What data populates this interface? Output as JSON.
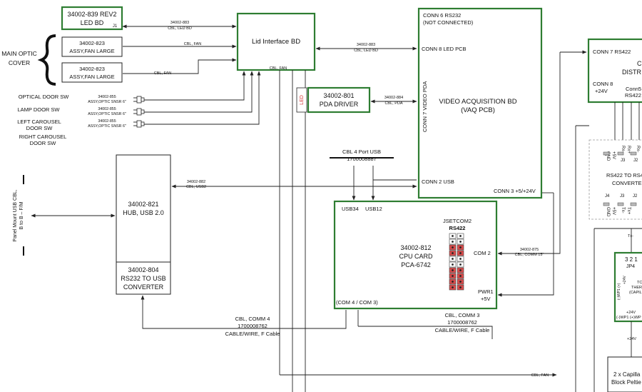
{
  "blocks": {
    "led_bd": {
      "line1": "34002-839 REV2",
      "line2": "LED BD",
      "j": "J1"
    },
    "fan1": {
      "line1": "34002-823",
      "line2": "ASSY,FAN LARGE"
    },
    "fan2": {
      "line1": "34002-823",
      "line2": "ASSY,FAN LARGE"
    },
    "main_optic": {
      "line1": "MAIN OPTIC",
      "line2": "COVER"
    },
    "lid": {
      "title": "Lid Interface BD",
      "cbl_fan": "CBL, FAN"
    },
    "pda": {
      "line1": "34002-801",
      "line2": "PDA DRIVER",
      "led": "LED"
    },
    "vaq": {
      "line1": "VIDEO ACQUISITION BD",
      "line2": "(VAQ PCB)",
      "conn6a": "CONN 6 RS232",
      "conn6b": "(NOT CONNECTED)",
      "conn8": "CONN 8 LED PCB",
      "conn7": "CONN 7 VIDEO PDA",
      "conn2": "CONN 2 USB",
      "conn3": "CONN 3 +5/+24V"
    },
    "hub": {
      "line1": "34002-821",
      "line2": "HUB, USB 2.0"
    },
    "rs232": {
      "line1": "34002-804",
      "line2": "RS232 TO USB",
      "line3": "CONVERTER"
    },
    "cpu": {
      "usb34": "USB34",
      "usb12": "USB12",
      "jset": "JSETCOM2",
      "rs422": "RS422",
      "line1": "34002-812",
      "line2": "CPU CARD",
      "line3": "PCA-6742",
      "com2": "COM 2",
      "pwr1": "PWR1",
      "pwr1v": "+5V",
      "com4": "(COM 4 / COM 3)"
    },
    "dist": {
      "conn7": "CONN 7 RS422",
      "title": "C",
      "title2": "DISTR",
      "conn8": "CONN 8",
      "conn8v": "+24V",
      "conn5": "Conn5",
      "conn5b": "RS422"
    },
    "conv": {
      "title": "RS422 TO RS4",
      "title2": "CONVERTE",
      "j4": "J4",
      "j3": "J3",
      "j2": "J2",
      "gnd": "GND",
      "p5v": "+5V",
      "rx_m": "Rx-",
      "rx_p": "Rx+",
      "tx_m": "Tx-",
      "tx_p": "Tx+"
    },
    "jp4": {
      "label": "JP4",
      "pins": "3 2 1",
      "tc": "TC",
      "ther": "THER",
      "capil": "(CAPIL",
      "p24": "+24V",
      "wp": "(-)WP1 (+)WP",
      "neg": "(-)WP1 (+)",
      "tx": "Tx-"
    },
    "capillary": {
      "line1": "2 x Capilla",
      "line2": "Block Peltie"
    }
  },
  "cables": {
    "led_cbl": {
      "pn": "34002-883",
      "name": "CBL, LED BD"
    },
    "vaq_led": {
      "pn": "34002-883",
      "name": "CBL, LED BD"
    },
    "fan1": "CBL, FAN",
    "fan2": "CBL, FAN",
    "pda": {
      "pn": "34002-884",
      "name": "CBL, PDA"
    },
    "usb2": {
      "pn": "34002-882",
      "name": "CBL, USB2"
    },
    "usb4port": {
      "name": "CBL 4 Port USB",
      "pn": "1700008887"
    },
    "comm15": {
      "pn": "34002-875",
      "name": "CBL, COMM 15\""
    },
    "comm4": {
      "name": "CBL, COMM 4",
      "pn": "1700008762",
      "type": "CABLE/WIRE, F Cable"
    },
    "comm3": {
      "name": "CBL, COMM 3",
      "pn": "1700008762",
      "type": "CABLE/WIRE, F Cable"
    },
    "fan_bottom": "CBL, FAN",
    "p24": "+24V"
  },
  "switches": {
    "optical": "OPTICAL DOOR SW",
    "lamp": "LAMP DOOR SW",
    "left1": "LEFT CAROUSEL",
    "left2": "DOOR SW",
    "right1": "RIGHT CAROUSEL",
    "right2": "DOOR SW",
    "sensor_pn": "34002-855",
    "sensor_name": "ASSY,OPTIC SNSR 6\""
  },
  "panel_usb": {
    "line1": "Panel Mount USB CBL,",
    "line2": "B to B – F/M"
  }
}
